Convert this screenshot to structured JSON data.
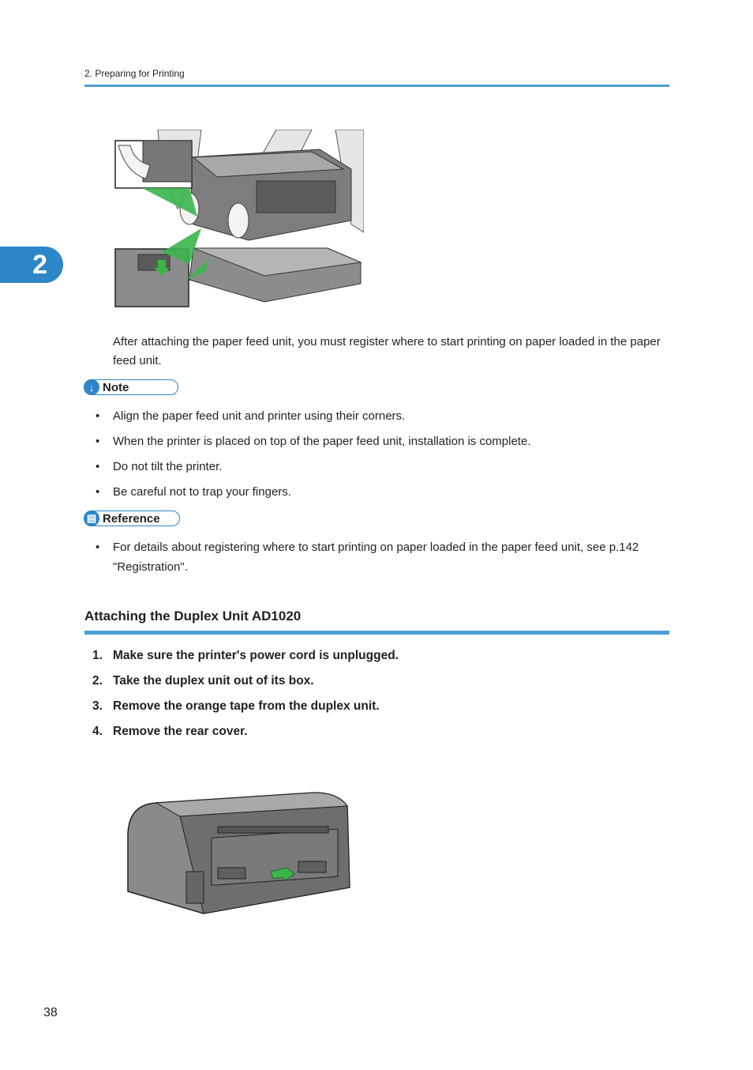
{
  "header": {
    "running_title": "2. Preparing for Printing"
  },
  "chapter_tab": {
    "number": "2"
  },
  "intro": {
    "paragraph": "After attaching the paper feed unit, you must register where to start printing on paper loaded in the paper feed unit."
  },
  "note": {
    "label": "Note",
    "items": [
      "Align the paper feed unit and printer using their corners.",
      "When the printer is placed on top of the paper feed unit, installation is complete.",
      "Do not tilt the printer.",
      "Be careful not to trap your fingers."
    ]
  },
  "reference": {
    "label": "Reference",
    "items": [
      "For details about registering where to start printing on paper loaded in the paper feed unit, see p.142  \"Registration\"."
    ]
  },
  "section": {
    "title": "Attaching the Duplex Unit AD1020",
    "steps": [
      {
        "num": "1.",
        "text": "Make sure the printer's power cord is unplugged."
      },
      {
        "num": "2.",
        "text": "Take the duplex unit out of its box."
      },
      {
        "num": "3.",
        "text": "Remove the orange tape from the duplex unit."
      },
      {
        "num": "4.",
        "text": "Remove the rear cover."
      }
    ]
  },
  "footer": {
    "page_number": "38"
  },
  "colors": {
    "accent": "#4a9fd6",
    "tab": "#2d86c8",
    "arrow_green": "#3ab54a"
  }
}
